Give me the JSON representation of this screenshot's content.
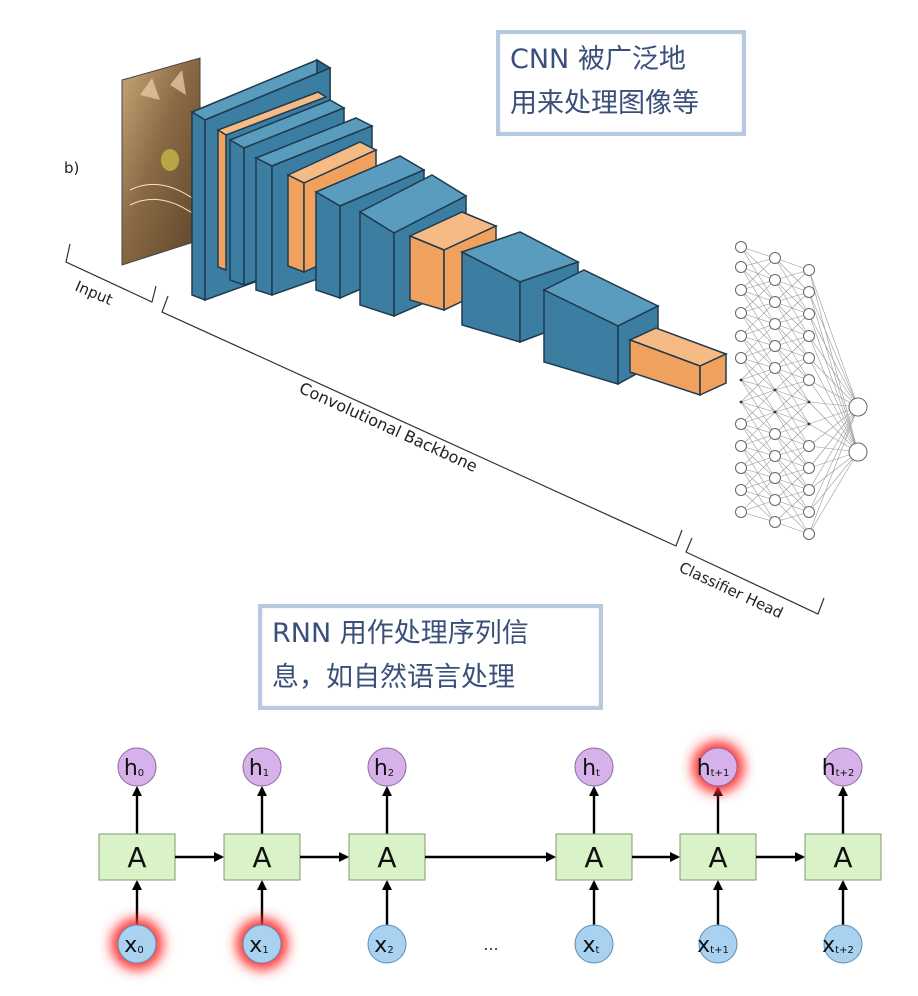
{
  "cnn_section": {
    "panel_label": "b)",
    "callout_line1": "CNN 被广泛地",
    "callout_line2": "用来处理图像等",
    "bracket_labels": {
      "input": "Input",
      "backbone": "Convolutional Backbone",
      "head": "Classifier Head"
    }
  },
  "rnn_section": {
    "callout_line1": "RNN 用作处理序列信",
    "callout_line2": "息，如自然语言处理",
    "cell_label": "A",
    "ellipsis": "...",
    "hidden_states": [
      {
        "base": "h",
        "sub": "0",
        "highlight": false
      },
      {
        "base": "h",
        "sub": "1",
        "highlight": false
      },
      {
        "base": "h",
        "sub": "2",
        "highlight": false
      },
      {
        "base": "h",
        "sub": "t",
        "highlight": false
      },
      {
        "base": "h",
        "sub": "t+1",
        "highlight": true
      },
      {
        "base": "h",
        "sub": "t+2",
        "highlight": false
      }
    ],
    "inputs": [
      {
        "base": "x",
        "sub": "0",
        "highlight": true
      },
      {
        "base": "x",
        "sub": "1",
        "highlight": true
      },
      {
        "base": "x",
        "sub": "2",
        "highlight": false
      },
      {
        "base": "x",
        "sub": "t",
        "highlight": false
      },
      {
        "base": "x",
        "sub": "t+1",
        "highlight": false
      },
      {
        "base": "x",
        "sub": "t+2",
        "highlight": false
      }
    ]
  },
  "colors": {
    "conv_block": "#3b7ea1",
    "pool_block": "#f0a15e",
    "cell_fill": "#d9f2c8",
    "hidden_fill": "#d7b2ea",
    "input_fill": "#a8d2ef",
    "callout_border": "#b7c9df",
    "callout_text": "#3a4f7a",
    "highlight_glow": "#ff3333"
  }
}
